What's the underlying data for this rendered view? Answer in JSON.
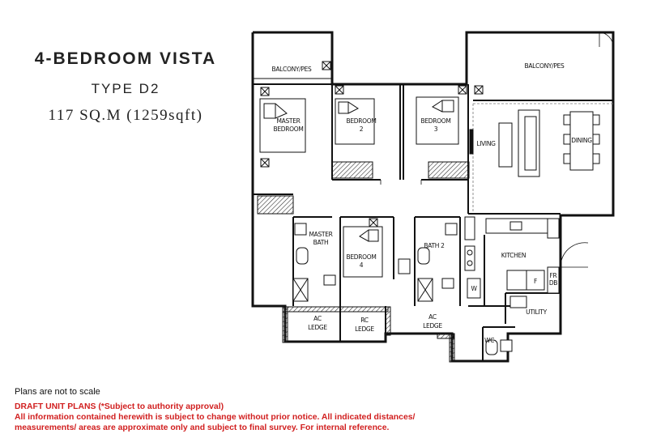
{
  "title": {
    "line1": "4-BEDROOM VISTA",
    "line2": "TYPE D2",
    "line3": "117 SQ.M (1259sqft)"
  },
  "rooms": {
    "balcony_left": "BALCONY/PES",
    "balcony_right": "BALCONY/PES",
    "master_bedroom": [
      "MASTER",
      "BEDROOM"
    ],
    "bedroom2": [
      "BEDROOM",
      "2"
    ],
    "bedroom3": [
      "BEDROOM",
      "3"
    ],
    "living": "LIVING",
    "dining": "DINING",
    "master_bath": [
      "MASTER",
      "BATH"
    ],
    "bedroom4": [
      "BEDROOM",
      "4"
    ],
    "bath2": "BATH 2",
    "kitchen": "KITCHEN",
    "utility": "UTILITY",
    "ac_ledge_left": [
      "AC",
      "LEDGE"
    ],
    "rc_ledge": [
      "RC",
      "LEDGE"
    ],
    "ac_ledge_right": [
      "AC",
      "LEDGE"
    ],
    "wc": "WC",
    "fridge": "F",
    "washer": "W",
    "dryer_stack": [
      "FR",
      "DB"
    ]
  },
  "notes": {
    "scale": "Plans are not to scale",
    "draft": "DRAFT UNIT PLANS (*Subject to authority approval)",
    "info1": "All information contained herewith is subject to change without prior notice. All indicated distances/",
    "info2": "measurements/ areas are approximate only and subject to final survey. For internal reference."
  },
  "colors": {
    "wall": "#111111",
    "hatch": "#333333",
    "note_red": "#d11f1f"
  }
}
